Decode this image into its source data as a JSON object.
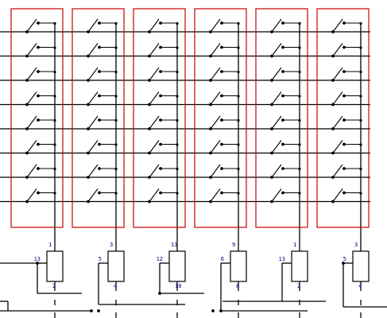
{
  "schematic": {
    "switch_rows": 8,
    "colors": {
      "wire": "#000000",
      "group_frame": "#cc0000",
      "pin_label": "#000080"
    },
    "columns": [
      {
        "top_pin": "1",
        "left_pin": "13",
        "bottom_pin": "2"
      },
      {
        "top_pin": "3",
        "left_pin": "5",
        "bottom_pin": "4"
      },
      {
        "top_pin": "11",
        "left_pin": "12",
        "bottom_pin": "10"
      },
      {
        "top_pin": "9",
        "left_pin": "6",
        "bottom_pin": "8"
      },
      {
        "top_pin": "1",
        "left_pin": "13",
        "bottom_pin": "2"
      },
      {
        "top_pin": "3",
        "left_pin": "5",
        "bottom_pin": "4"
      }
    ]
  }
}
